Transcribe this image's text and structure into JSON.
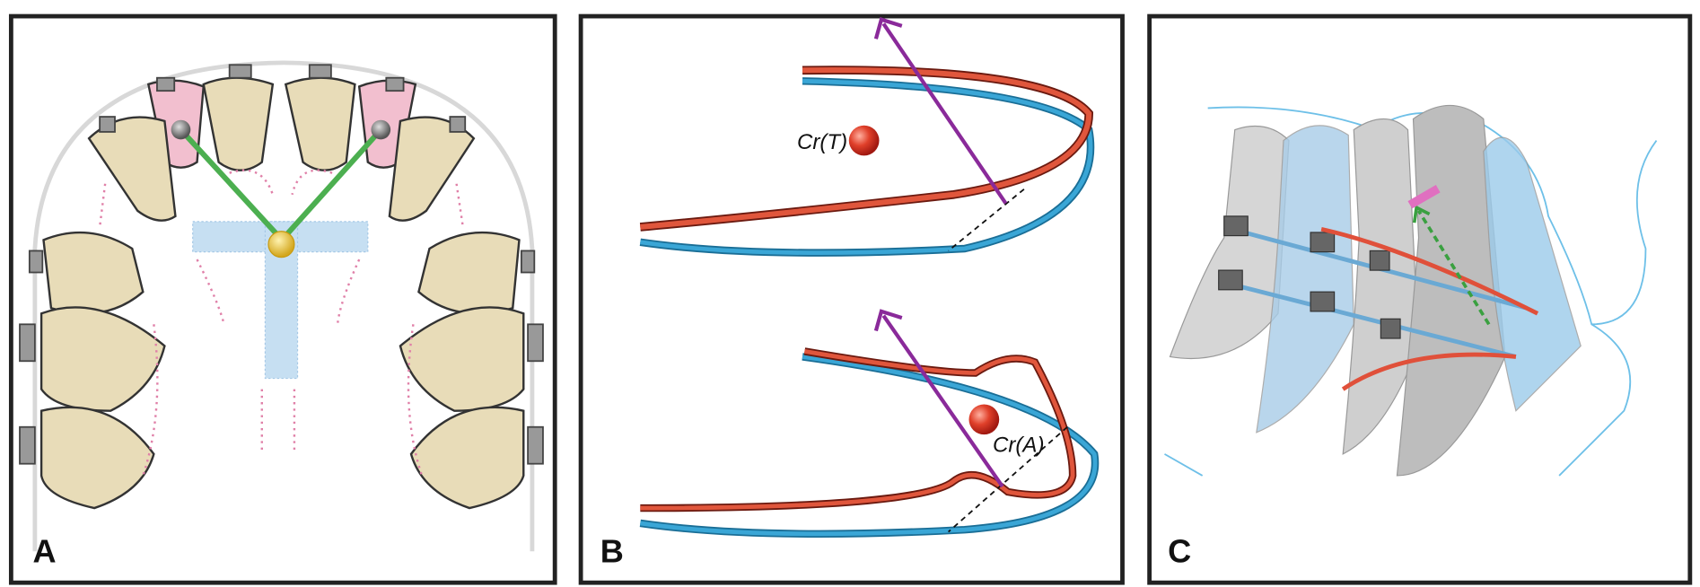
{
  "panels": [
    {
      "label": "A"
    },
    {
      "label": "B",
      "annotations": [
        "Cr(T)",
        "Cr(A)"
      ]
    },
    {
      "label": "C"
    }
  ],
  "colors": {
    "frame": "#222222",
    "tooth": "#e8dcb8",
    "wire_red": "#e0563c",
    "wire_blue": "#3aa6d6",
    "force_arrow": "#8a2a9a",
    "elastic_green": "#4caf50",
    "pad_blue": "#b9d8ef"
  }
}
